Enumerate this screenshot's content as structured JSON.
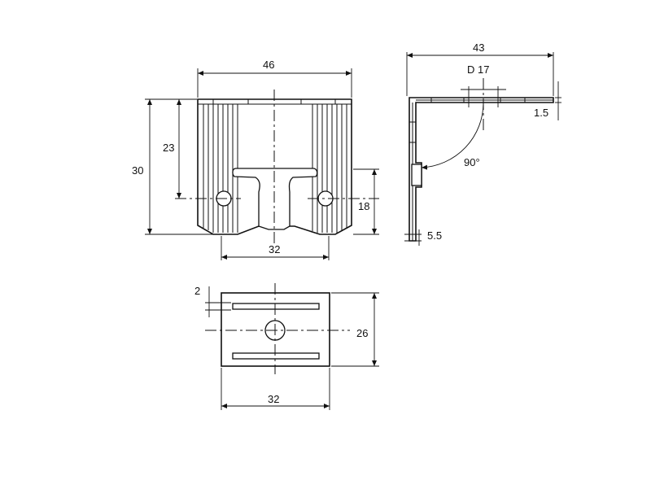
{
  "drawing": {
    "front_view": {
      "width_label": "46",
      "height_label": "30",
      "inner_height_label": "23",
      "slot_height_label": "18",
      "bottom_width_label": "32"
    },
    "side_view": {
      "depth_label": "43",
      "hole_label": "D 17",
      "thickness_label": "1.5",
      "angle_label": "90°",
      "base_label": "5.5"
    },
    "bottom_view": {
      "slot_gap_label": "2",
      "height_label": "26",
      "width_label": "32"
    }
  }
}
